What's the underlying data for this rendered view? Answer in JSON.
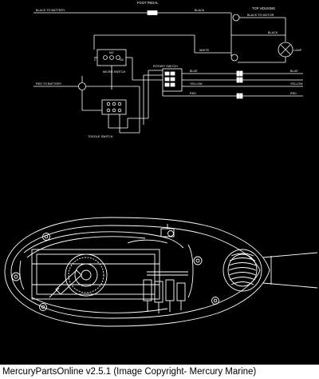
{
  "wiring": {
    "labels": {
      "foot_pedal": "FOOT PEDAL",
      "top_housing": "TOP HOUSING",
      "black_to_battery": "BLACK TO BATTERY",
      "black_top": "BLACK",
      "black_to_motor": "BLACK TO MOTOR",
      "black_right": "BLACK",
      "lamp": "LAMP",
      "white": "WHITE",
      "red_to_battery": "RED TO BATTERY",
      "micro_switch": "MICRO SWITCH",
      "rotary_switch": "ROTARY SWITCH",
      "toggle_switch": "TOGGLE SWITCH",
      "blue_left": "BLUE",
      "yellow_left": "YELLOW",
      "red_left": "RED",
      "blue_right": "BLUE",
      "yellow_right": "YELLOW",
      "red_right": "RED",
      "terminal_c": "C",
      "terminal_no": "NO",
      "terminal_nc": "NC"
    }
  },
  "footer": {
    "text": "MercuryPartsOnline v2.5.1 (Image Copyright- Mercury Marine)"
  }
}
